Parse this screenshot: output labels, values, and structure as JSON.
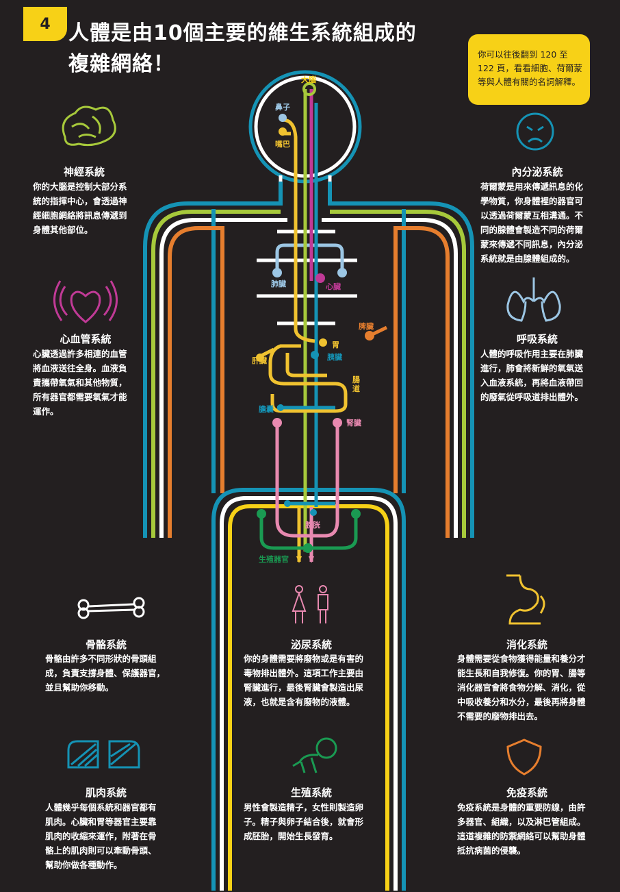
{
  "page_number": "4",
  "title": {
    "line1": "人體是由10個主要的維生系統組成的",
    "line2": "複雜網絡！"
  },
  "note": "你可以往後翻到 120 至 122 頁，看看細胞、荷爾蒙等與人體有關的名詞解釋。",
  "organs": {
    "brain": "大腦",
    "nose": "鼻子",
    "mouth": "嘴巴",
    "lungs": "肺臟",
    "heart": "心臟",
    "spleen": "脾臟",
    "stomach": "胃",
    "pancreas": "胰臟",
    "liver": "肝臟",
    "intestine": "腸道",
    "gallbladder": "膽囊",
    "kidney": "腎臟",
    "bladder": "膀胱",
    "reproductive": "生殖器官"
  },
  "systems": {
    "nervous": {
      "title": "神經系統",
      "body": [
        "你的大腦是控制大部分系",
        "統的指揮中心，會透過神",
        "經細胞網絡將訊息傳遞到",
        "身體其他部位。"
      ],
      "icon": "brain-icon"
    },
    "endocrine": {
      "title": "內分泌系統",
      "body": [
        "荷爾蒙是用來傳遞訊息的化",
        "學物質，你身體裡的器官可",
        "以透過荷爾蒙互相溝通。不",
        "同的腺體會製造不同的荷爾",
        "蒙來傳遞不同訊息，內分泌",
        "系統就是由腺體組成的。"
      ],
      "icon": "angry-face-icon"
    },
    "cardiovascular": {
      "title": "心血管系統",
      "body": [
        "心臟透過許多相連的血管",
        "將血液送往全身。血液負",
        "責攜帶氧氣和其他物質，",
        "所有器官都需要氧氣才能",
        "運作。"
      ],
      "icon": "heart-icon"
    },
    "respiratory": {
      "title": "呼吸系統",
      "body": [
        "人體的呼吸作用主要在肺臟",
        "進行，肺會將新鮮的氧氣送",
        "入血液系統，再將血液帶回",
        "的廢氣從呼吸道排出體外。"
      ],
      "icon": "lungs-icon"
    },
    "skeletal": {
      "title": "骨骼系統",
      "body": [
        "骨骼由許多不同形狀的骨頭組",
        "成，負責支撐身體、保護器官，",
        "並且幫助你移動。"
      ],
      "icon": "bone-icon"
    },
    "urinary": {
      "title": "泌尿系統",
      "body": [
        "你的身體需要將廢物或是有害的",
        "毒物排出體外。這項工作主要由",
        "腎臟進行，最後腎臟會製造出尿",
        "液，也就是含有廢物的液體。"
      ],
      "icon": "restroom-icon"
    },
    "digestive": {
      "title": "消化系統",
      "body": [
        "身體需要從食物獲得能量和養分才",
        "能生長和自我修復。你的胃、腸等",
        "消化器官會將食物分解、消化，從",
        "中吸收養分和水分，最後再將身體",
        "不需要的廢物排出去。"
      ],
      "icon": "stomach-icon"
    },
    "muscular": {
      "title": "肌肉系統",
      "body": [
        "人體幾乎每個系統和器官都有",
        "肌肉。心臟和胃等器官主要靠",
        "肌肉的收縮來運作，附著在骨",
        "骼上的肌肉則可以牽動骨頭、",
        "幫助你做各種動作。"
      ],
      "icon": "muscle-icon"
    },
    "reproductive": {
      "title": "生殖系統",
      "body": [
        "男性會製造精子，女性則製造卵",
        "子。精子與卵子結合後，就會形",
        "成胚胎，開始生長發育。"
      ],
      "icon": "baby-icon"
    },
    "immune": {
      "title": "免疫系統",
      "body": [
        "免疫系統是身體的重要防線，由許",
        "多器官、組織，以及淋巴管組成。",
        "這道複雜的防禦網絡可以幫助身體",
        "抵抗病菌的侵襲。"
      ],
      "icon": "shield-icon"
    }
  },
  "colors": {
    "background": "#231f20",
    "yellow": "#f7d117",
    "nervous": "#a7c93b",
    "cardio": "#c03a96",
    "respiratory": "#9cc6e4",
    "digestive": "#f0c230",
    "urinary": "#e889b0",
    "reproductive": "#1a9a52",
    "endocrine": "#e67e2e",
    "immune": "#1593b5"
  }
}
